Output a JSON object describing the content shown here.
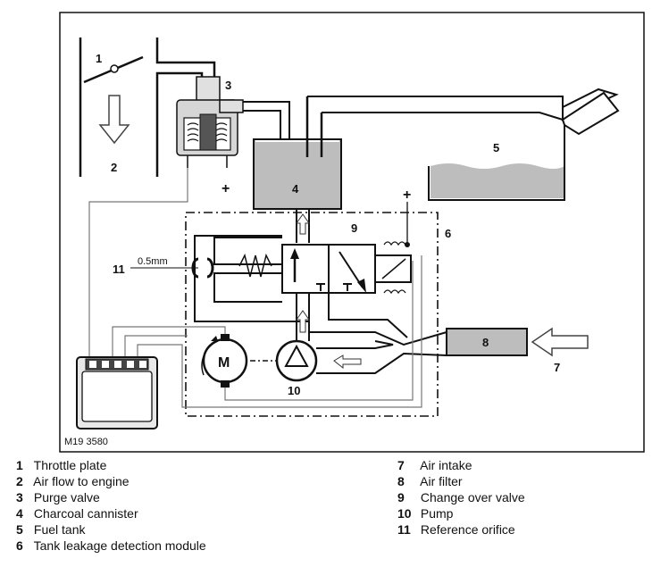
{
  "figure_code": "M19 3580",
  "reference_orifice_size": "0.5mm",
  "symbols": {
    "plus": "+",
    "motor": "M"
  },
  "callouts": [
    "1",
    "2",
    "3",
    "4",
    "5",
    "6",
    "7",
    "8",
    "9",
    "10",
    "11"
  ],
  "legend": {
    "left": [
      {
        "num": "1",
        "text": "Throttle plate"
      },
      {
        "num": "2",
        "text": "Air flow to engine"
      },
      {
        "num": "3",
        "text": "Purge valve"
      },
      {
        "num": "4",
        "text": "Charcoal cannister"
      },
      {
        "num": "5",
        "text": "Fuel tank"
      },
      {
        "num": "6",
        "text": "Tank leakage detection module"
      }
    ],
    "right": [
      {
        "num": "7",
        "text": "Air intake"
      },
      {
        "num": "8",
        "text": "Air filter"
      },
      {
        "num": "9",
        "text": "Change over valve"
      },
      {
        "num": "10",
        "text": "Pump"
      },
      {
        "num": "11",
        "text": "Reference orifice"
      }
    ]
  },
  "colors": {
    "fill_grey": "#bdbdbd",
    "line": "#111111",
    "light_line": "#777777"
  }
}
